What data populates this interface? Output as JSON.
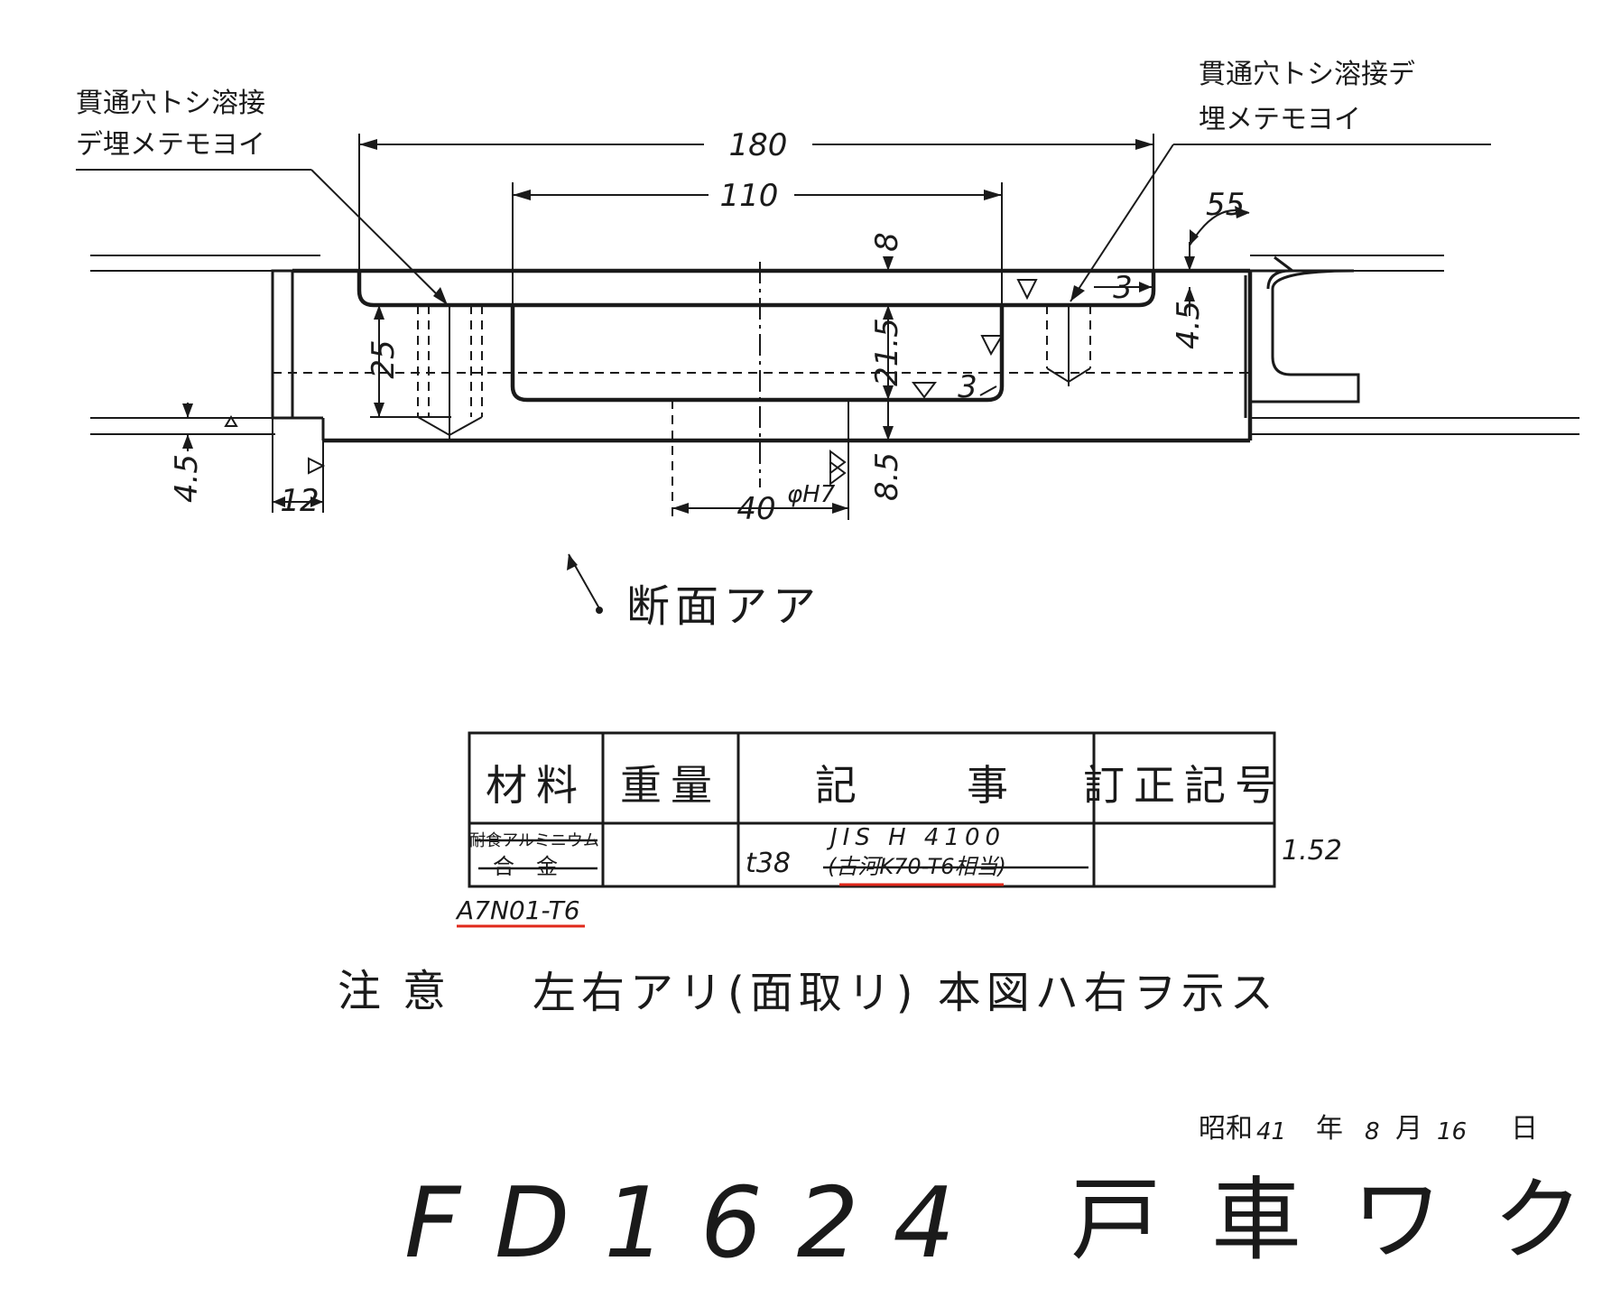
{
  "drawing": {
    "callout_left": [
      "貫通穴トシ溶接",
      "デ埋メテモヨイ"
    ],
    "callout_right": [
      "貫通穴トシ溶接デ",
      "埋メテモヨイ"
    ],
    "dimensions": {
      "d180": "180",
      "d110": "110",
      "d8": "8",
      "d55": "55",
      "d3_right": "3",
      "d45_right": "4.5",
      "d25": "25",
      "d215": "21.5",
      "d3_inner": "3",
      "d45_left": "4.5",
      "d12": "12",
      "d40": "40",
      "d40_tol": "φH7",
      "d85": "8.5"
    },
    "section_label": "断面アア"
  },
  "table": {
    "headers": [
      "材料",
      "重量",
      "記　　事",
      "訂正記号"
    ],
    "material_struck": [
      "耐食アルミニウム",
      "合金"
    ],
    "material": "A7N01-T6",
    "remark_prefix": "t38",
    "remark_standard": "JIS H 4100",
    "remark_struck": "(古河K70-T6相当)",
    "side_value": "1.52"
  },
  "note": {
    "label": "注意",
    "text": "左右アリ(面取リ) 本図ハ右ヲ示ス"
  },
  "date": {
    "era": "昭和",
    "year": "41",
    "year_unit": "年",
    "month": "8",
    "month_unit": "月",
    "day": "16",
    "day_unit": "日"
  },
  "title": {
    "code": "FD1624",
    "name": "戸車ワク"
  }
}
